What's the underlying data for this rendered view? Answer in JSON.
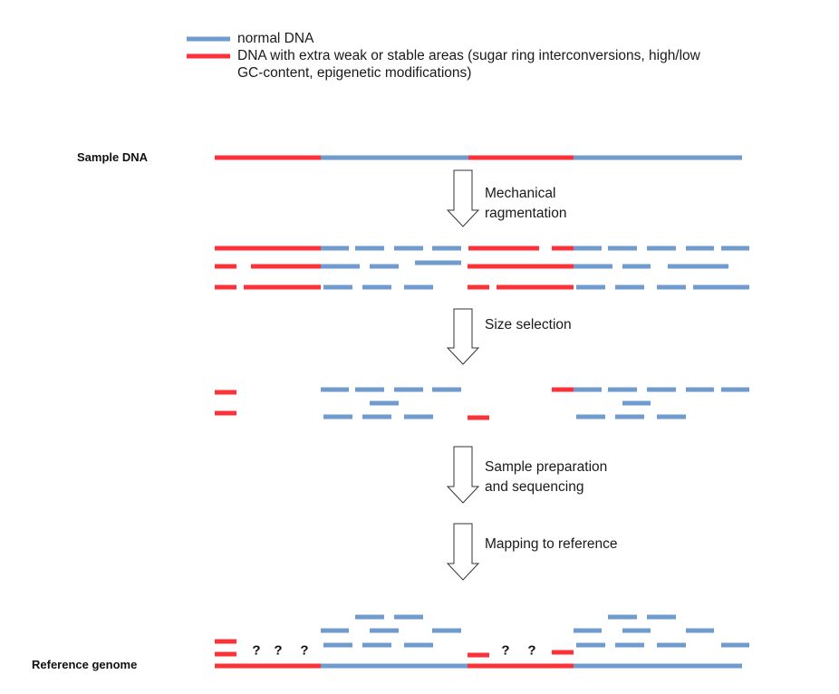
{
  "colors": {
    "normal": "#6f9bcf",
    "special": "#fb3338"
  },
  "legend": [
    {
      "type": "normal",
      "label": "normal DNA"
    },
    {
      "type": "special",
      "label": "DNA with extra weak or stable areas (sugar ring interconversions, high/low GC-content, epigenetic modifications)"
    }
  ],
  "labels": {
    "sample_dna": "Sample DNA",
    "reference_genome": "Reference genome"
  },
  "steps": [
    {
      "label": "Mechanical\nragmentation"
    },
    {
      "label": "Size selection"
    },
    {
      "label": "Sample preparation\nand sequencing"
    },
    {
      "label": "Mapping to reference"
    }
  ],
  "question_mark": "?"
}
